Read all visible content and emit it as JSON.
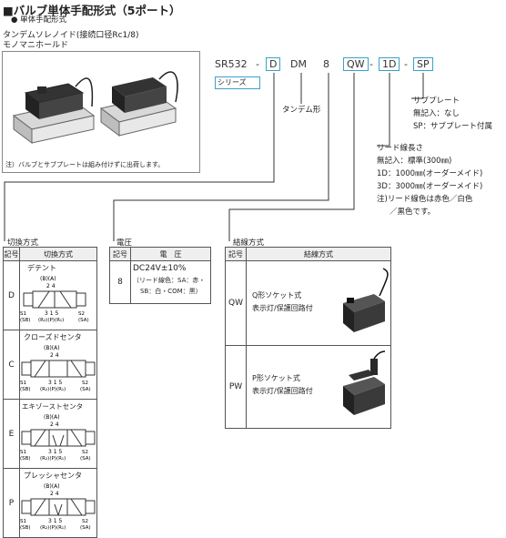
{
  "header": {
    "title": "■バルブ単体手配形式（5ポート）",
    "subtitle": "● 単体手配形式",
    "product_line1": "タンデムソレノイド(接続口径Rc1/8)",
    "product_line2": "モノマニホールド",
    "photo_note": "注）バルブとサブプレートは組み付けずに出荷します。"
  },
  "model_code": {
    "series": "SR532",
    "sep1": "-",
    "switching": "D",
    "tandem": "DM",
    "voltage": "8",
    "connection": "QW",
    "sep2": "-",
    "lead": "1D",
    "sep3": "-",
    "subplate": "SP",
    "series_label": "シリーズ",
    "tandem_label": "タンデム形"
  },
  "subplate_info": {
    "title": "サブプレート",
    "none": "無記入：なし",
    "sp": "SP：サブプレート付属"
  },
  "lead_info": {
    "title": "リード線長さ",
    "standard": "無記入：標準(300㎜)",
    "d1": "1D：1000㎜(オーダーメイド)",
    "d3": "3D：3000㎜(オーダーメイド)",
    "note1": "注)リード線色は赤色／白色",
    "note2": "／黒色です。"
  },
  "switching_table": {
    "section": "切換方式",
    "col_code": "記号",
    "col_name": "切換方式",
    "rows": [
      {
        "code": "D",
        "name": "デテント"
      },
      {
        "code": "C",
        "name": "クローズドセンタ"
      },
      {
        "code": "E",
        "name": "エキゾーストセンタ"
      },
      {
        "code": "P",
        "name": "プレッシャセンタ"
      }
    ],
    "symbol_top": "(B)(A)",
    "symbol_24": "2 4",
    "symbol_315": "3 1 5",
    "symbol_ports": "(R₂)(P)(R₁)",
    "sol_s1": "S1",
    "sol_sb": "(SB)",
    "sol_s2": "S2",
    "sol_sa": "(SA)"
  },
  "voltage_table": {
    "section": "電圧",
    "col_code": "記号",
    "col_name": "電　圧",
    "code": "8",
    "value": "DC24V±10%",
    "lead_note1": "（リード線色：SA：赤・",
    "lead_note2": "SB：白・COM：黒）"
  },
  "connection_table": {
    "section": "結線方式",
    "col_code": "記号",
    "col_name": "結線方式",
    "rows": [
      {
        "code": "QW",
        "name1": "Q形ソケット式",
        "name2": "表示灯/保護回路付"
      },
      {
        "code": "PW",
        "name1": "P形ソケット式",
        "name2": "表示灯/保護回路付"
      }
    ]
  },
  "colors": {
    "accent": "#3aa3c8",
    "line": "#333333",
    "header_bg": "#efefef"
  }
}
